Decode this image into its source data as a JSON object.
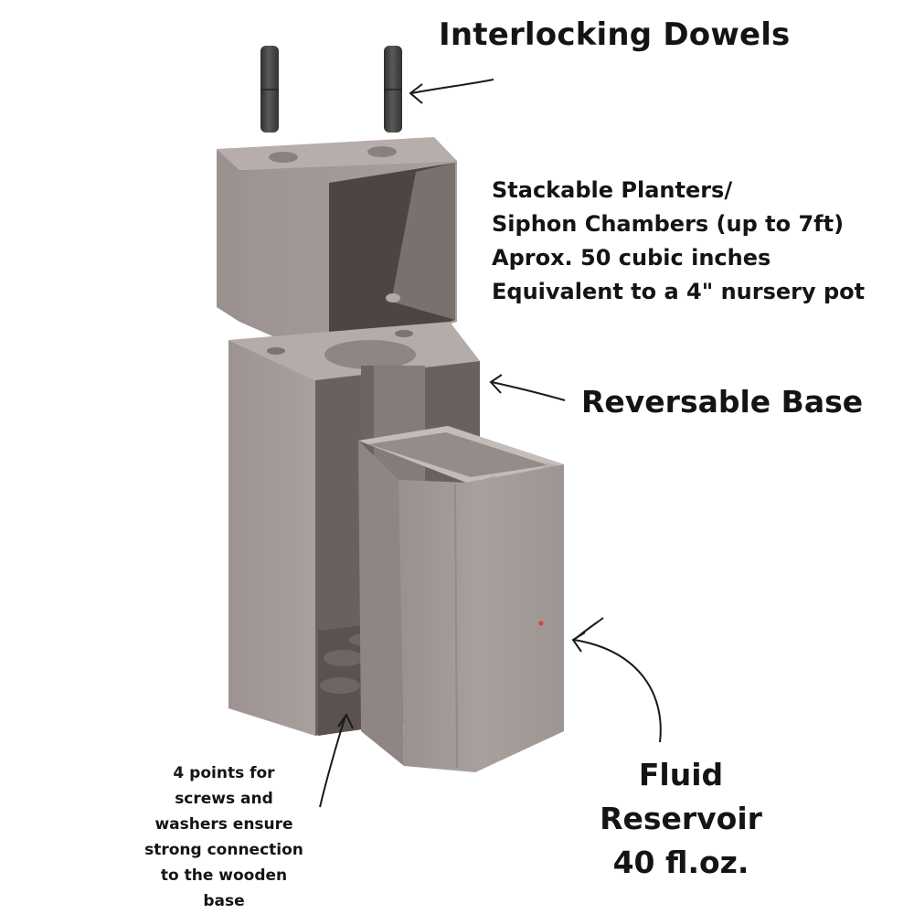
{
  "labels": {
    "dowels": "Interlocking Dowels",
    "planters": [
      "Stackable Planters/",
      "Siphon Chambers (up to 7ft)",
      "Aprox. 50 cubic inches",
      "Equivalent to a 4\" nursery pot"
    ],
    "base": "Reversable Base",
    "reservoir": [
      "Fluid",
      "Reservoir",
      "40 fl.oz."
    ],
    "screws": [
      "4 points for",
      "screws and",
      "washers ensure",
      "strong connection",
      "to the wooden",
      "base"
    ]
  },
  "colors": {
    "dowel": "#4a4a48",
    "body_light": "#a79e9b",
    "body_mid": "#938a86",
    "body_dark": "#5f5654",
    "interior": "#4e4443",
    "text": "#141414"
  }
}
